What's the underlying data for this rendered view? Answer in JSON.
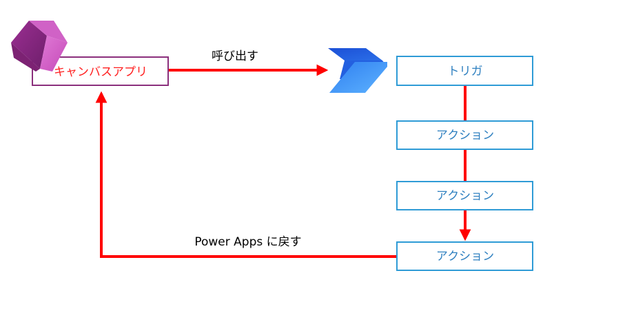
{
  "canvas_app": {
    "label": "キャンバスアプリ",
    "border_color": "#8b2f7c",
    "text_color": "#ff1f1f",
    "icon": "power-apps-logo-icon"
  },
  "flow": {
    "icon": "power-automate-logo-icon",
    "step_border_color": "#2e9bd6",
    "step_text_color": "#2f80c0",
    "steps": [
      {
        "label": "トリガ"
      },
      {
        "label": "アクション"
      },
      {
        "label": "アクション"
      },
      {
        "label": "アクション"
      }
    ]
  },
  "edges": {
    "call_label": "呼び出す",
    "return_label": "Power Apps に戻す",
    "color": "#ff0000"
  }
}
